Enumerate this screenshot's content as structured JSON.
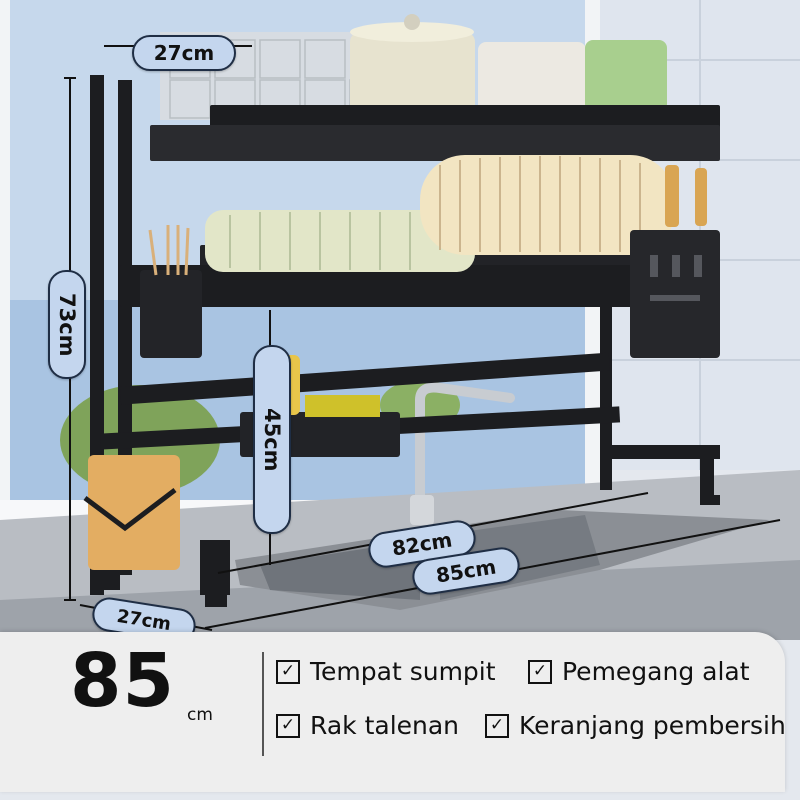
{
  "dimensions": {
    "top_depth": "27cm",
    "height": "73cm",
    "clearance": "45cm",
    "inner_width": "82cm",
    "outer_width": "85cm",
    "bottom_depth": "27cm"
  },
  "summary": {
    "size_value": "85",
    "size_unit": "cm"
  },
  "features": [
    {
      "label": "Tempat sumpit",
      "icon": "check-icon"
    },
    {
      "label": "Pemegang alat",
      "icon": "check-icon"
    },
    {
      "label": "Rak talenan",
      "icon": "check-icon"
    },
    {
      "label": "Keranjang pembersih",
      "icon": "check-icon"
    }
  ]
}
